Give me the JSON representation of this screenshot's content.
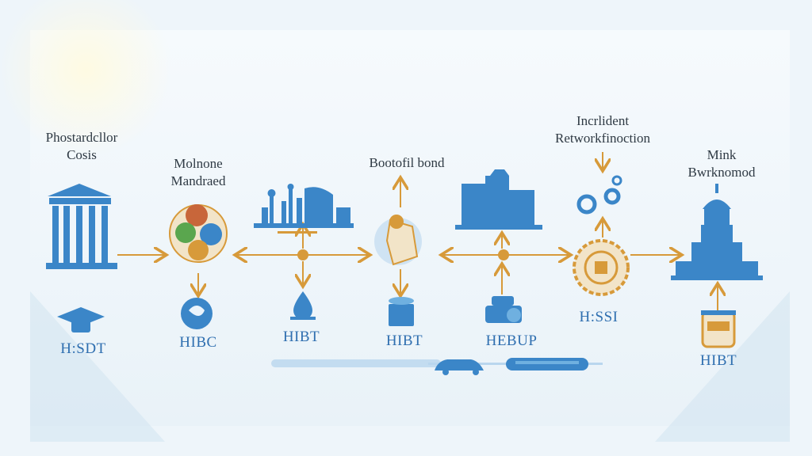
{
  "nodes": [
    {
      "id": "n1",
      "title_lines": [
        "Phostardcllor",
        "Cosis"
      ],
      "code": "H:SDT"
    },
    {
      "id": "n2",
      "title_lines": [
        "Molnone",
        "Mandraed"
      ],
      "code": "HIBC"
    },
    {
      "id": "n3",
      "title_lines": [],
      "code": "HIBT"
    },
    {
      "id": "n4",
      "title_lines": [
        "Bootofil bond"
      ],
      "code": "HIBT"
    },
    {
      "id": "n5",
      "title_lines": [],
      "code": "HEBUP"
    },
    {
      "id": "n6",
      "title_lines": [
        "Incrlident",
        "Retworkfinoction"
      ],
      "code": "H:SSI"
    },
    {
      "id": "n7",
      "title_lines": [
        "Mink",
        "Bwrknomod"
      ],
      "code": "HIBT"
    }
  ],
  "colors": {
    "accent_orange": "#d79a3a",
    "icon_blue": "#3b86c8",
    "icon_light_blue": "#6fb0e0",
    "text_dark": "#2f3a44",
    "code_blue": "#2f6fb0"
  },
  "icons": [
    "building-columns-icon",
    "globe-circles-icon",
    "city-skyline-icon",
    "map-globe-icon",
    "office-buildings-icon",
    "gear-medallion-icon",
    "tower-building-icon",
    "graduation-cap-icon",
    "globe-seal-icon",
    "water-drop-icon",
    "document-stack-icon",
    "printer-device-icon",
    "jar-icon",
    "gears-icon",
    "vehicle-icon",
    "train-icon"
  ]
}
